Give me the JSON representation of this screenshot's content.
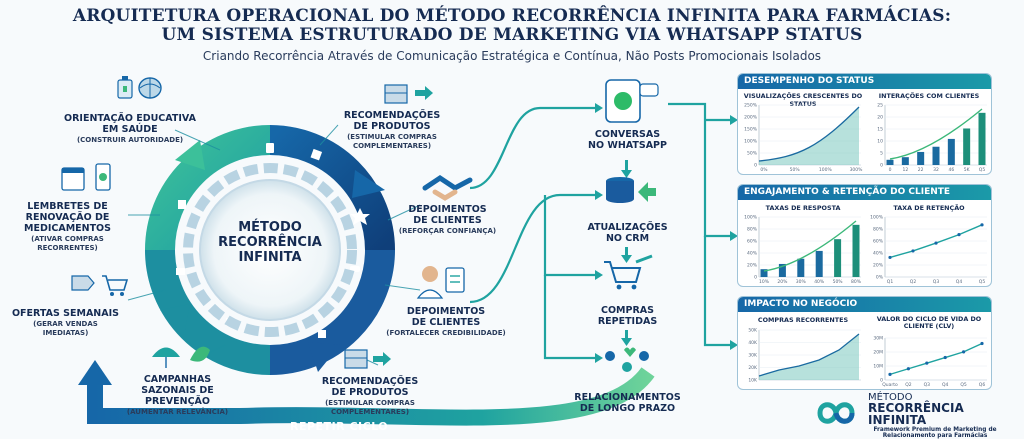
{
  "header": {
    "title_line1": "ARQUITETURA OPERACIONAL DO MÉTODO RECORRÊNCIA INFINITA PARA FARMÁCIAS:",
    "title_line2": "UM SISTEMA ESTRUTURADO DE MARKETING VIA WHATSAPP STATUS",
    "subtitle": "Criando Recorrência Através de Comunicação Estratégica e Contínua, Não Posts Promocionais Isolados"
  },
  "cycle": {
    "center": [
      "MÉTODO",
      "RECORRÊNCIA",
      "INFINITA"
    ],
    "items": [
      {
        "title": [
          "ORIENTAÇÃO EDUCATIVA",
          "EM SAÚDE"
        ],
        "sub": [
          "(CONSTRUIR AUTORIDADE)"
        ]
      },
      {
        "title": [
          "RECOMENDAÇÕES",
          "DE PRODUTOS"
        ],
        "sub": [
          "(ESTIMULAR COMPRAS",
          "COMPLEMENTARES)"
        ]
      },
      {
        "title": [
          "DEPOIMENTOS",
          "DE CLIENTES"
        ],
        "sub": [
          "(REFORÇAR CONFIANÇA)"
        ]
      },
      {
        "title": [
          "DEPOIMENTOS",
          "DE CLIENTES"
        ],
        "sub": [
          "(FORTALECER CREDIBILIDADE)"
        ]
      },
      {
        "title": [
          "RECOMENDAÇÕES",
          "DE PRODUTOS"
        ],
        "sub": [
          "(ESTIMULAR COMPRAS",
          "COMPLEMENTARES)"
        ]
      },
      {
        "title": [
          "CAMPANHAS",
          "SAZONAIS DE PREVENÇÃO"
        ],
        "sub": [
          "(AUMENTAR RELEVÂNCIA)"
        ]
      },
      {
        "title": [
          "OFERTAS SEMANAIS"
        ],
        "sub": [
          "(GERAR VENDAS",
          "IMEDIATAS)"
        ]
      },
      {
        "title": [
          "LEMBRETES DE",
          "RENOVAÇÃO DE",
          "MEDICAMENTOS"
        ],
        "sub": [
          "(ATIVAR COMPRAS",
          "RECORRENTES)"
        ]
      }
    ],
    "repeat_label": "REPETIR CICLO"
  },
  "flow": {
    "steps": [
      {
        "label": [
          "CONVERSAS",
          "NO WHATSAPP"
        ],
        "icon": "whatsapp-phone-icon"
      },
      {
        "label": [
          "ATUALIZAÇÕES",
          "NO CRM"
        ],
        "icon": "database-icon"
      },
      {
        "label": [
          "COMPRAS",
          "REPETIDAS"
        ],
        "icon": "cart-icon"
      },
      {
        "label": [
          "RELACIONAMENTOS",
          "DE LONGO PRAZO"
        ],
        "icon": "people-heart-icon"
      }
    ]
  },
  "panels": [
    {
      "title": "DESEMPENHO DO STATUS",
      "charts": [
        {
          "title": "VISUALIZAÇÕES CRESCENTES DO STATUS",
          "type": "area",
          "x_ticks": [
            "0%",
            "50%",
            "100%",
            "300%"
          ],
          "y_ticks": [
            "0",
            "50%",
            "100%",
            "150%",
            "200%",
            "250%"
          ]
        },
        {
          "title": "INTERAÇÕES COM CLIENTES",
          "type": "bar",
          "categories": [
            "0",
            "12",
            "22",
            "32",
            "46",
            "5K",
            "Q5"
          ],
          "values": [
            2,
            3,
            5,
            7,
            10,
            14,
            20
          ],
          "y_ticks": [
            "0",
            "5",
            "10",
            "15",
            "20",
            "25"
          ]
        }
      ]
    },
    {
      "title": "ENGAJAMENTO & RETENÇÃO DO CLIENTE",
      "charts": [
        {
          "title": "TAXAS DE RESPOSTA",
          "type": "bar",
          "categories": [
            "10%",
            "20%",
            "30%",
            "40%",
            "50%",
            "80%"
          ],
          "values": [
            12,
            20,
            28,
            40,
            58,
            80
          ],
          "y_ticks": [
            "0",
            "20%",
            "40%",
            "60%",
            "80%",
            "100%"
          ]
        },
        {
          "title": "TAXA DE RETENÇÃO",
          "type": "line",
          "categories": [
            "Q1",
            "Q2",
            "Q3",
            "Q4",
            "Q5"
          ],
          "values": [
            30,
            40,
            52,
            65,
            80
          ],
          "y_ticks": [
            "0%",
            "20%",
            "40%",
            "60%",
            "80%",
            "100%"
          ]
        }
      ]
    },
    {
      "title": "IMPACTO NO NEGÓCIO",
      "charts": [
        {
          "title": "COMPRAS RECORRENTES",
          "type": "area",
          "y_ticks": [
            "10K",
            "20K",
            "30K",
            "40K",
            "50K"
          ]
        },
        {
          "title": "VALOR DO CICLO DE VIDA DO CLIENTE (CLV)",
          "type": "line",
          "categories": [
            "Quarto",
            "Q2",
            "Q3",
            "Q4",
            "Q5",
            "Q6"
          ],
          "values": [
            4,
            8,
            12,
            16,
            20,
            26
          ],
          "y_ticks": [
            "0",
            "10M",
            "20M",
            "30M"
          ]
        }
      ]
    }
  ],
  "logo": {
    "line1": "MÉTODO",
    "line2": "RECORRÊNCIA",
    "line3": "INFINITA",
    "tag1": "Framework Premium de Marketing de",
    "tag2": "Relacionamento para Farmácias"
  },
  "colors": {
    "navy": "#152b52",
    "blue": "#1667a8",
    "teal": "#1fa3a0",
    "green": "#3cb87a"
  }
}
